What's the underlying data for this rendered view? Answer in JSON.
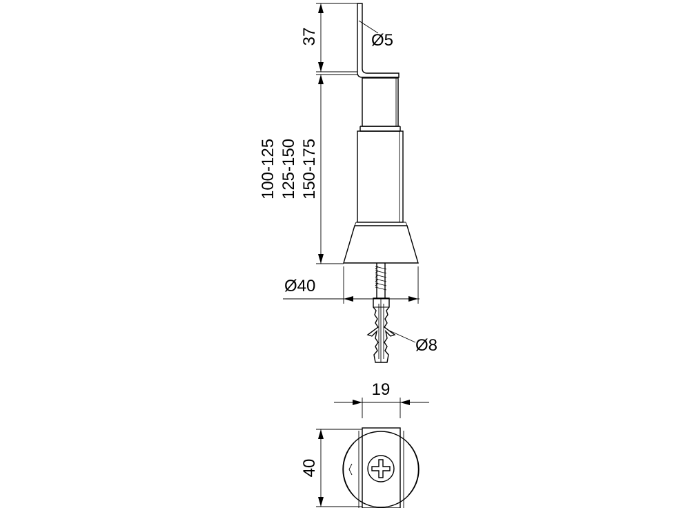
{
  "drawing": {
    "labels": {
      "dim_bracket_height": "37",
      "dim_pin_diameter": "Ø5",
      "dim_length_1": "100-125",
      "dim_length_2": "125-150",
      "dim_length_3": "150-175",
      "dim_base_diameter": "Ø40",
      "dim_plug_diameter": "Ø8",
      "dim_top_width": "19",
      "dim_top_height": "40"
    }
  }
}
